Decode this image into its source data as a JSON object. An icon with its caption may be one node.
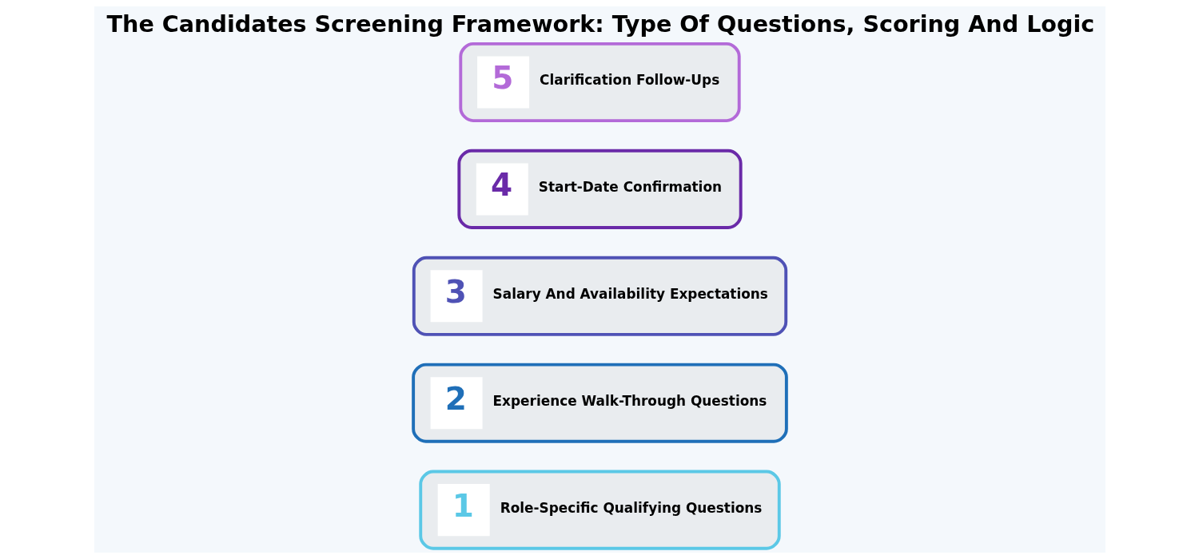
{
  "diagram": {
    "title": "The Candidates Screening Framework: Type Of Questions, Scoring And Logic",
    "nodes": [
      {
        "text": [
          "1",
          "Role-Specific Qualifying Questions"
        ]
      },
      {
        "text": [
          "2",
          "Experience Walk-Through Questions"
        ]
      },
      {
        "text": [
          "3",
          "Salary And Availability Expectations"
        ]
      },
      {
        "text": [
          "4",
          "Start-Date Confirmation"
        ]
      },
      {
        "text": [
          "5",
          "Clarification Follow-Ups"
        ]
      }
    ]
  }
}
